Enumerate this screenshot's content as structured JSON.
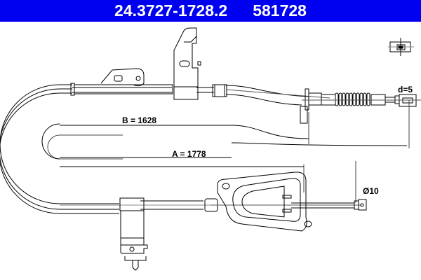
{
  "header": {
    "part_number": "24.3727-1728.2",
    "ref_number": "581728",
    "background_color": "#0000f0",
    "text_color": "#ffffff"
  },
  "dimensions": {
    "b_label": "B = 1628",
    "a_label": "A = 1778",
    "end_diameter": "d=5",
    "eye_diameter": "Ø10"
  },
  "icons": {
    "end_fitting_symbol": "nipple-end-symbol-icon"
  }
}
